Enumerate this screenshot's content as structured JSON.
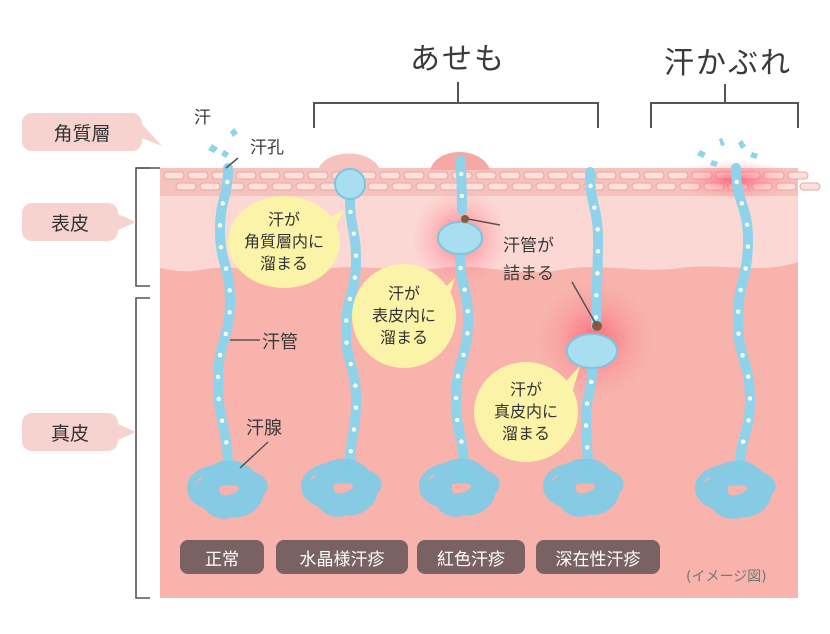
{
  "title_left": "あせも",
  "title_right": "汗かぶれ",
  "labels": {
    "sweat": "汗",
    "pore": "汗孔",
    "duct": "汗管",
    "gland": "汗腺",
    "clogged_duct": "汗管が\n詰まる"
  },
  "layers": {
    "stratum_corneum": "角質層",
    "epidermis": "表皮",
    "dermis": "真皮"
  },
  "bubbles": {
    "corneum": "汗が\n角質層内に\n溜まる",
    "epidermis": "汗が\n表皮内に\n溜まる",
    "dermis": "汗が\n真皮内に\n溜まる"
  },
  "types": [
    "正常",
    "水晶様汗疹",
    "紅色汗疹",
    "深在性汗疹"
  ],
  "note": "(イメージ図)",
  "colors": {
    "dermis": "#f7b3ac",
    "epidermis": "#fbd6d2",
    "corneum": "#f6c2bd",
    "duct": "#8ed3ea",
    "pill": "#7a6262",
    "bubble": "#fbf3a8",
    "inflamed": "#ff5a6e"
  }
}
